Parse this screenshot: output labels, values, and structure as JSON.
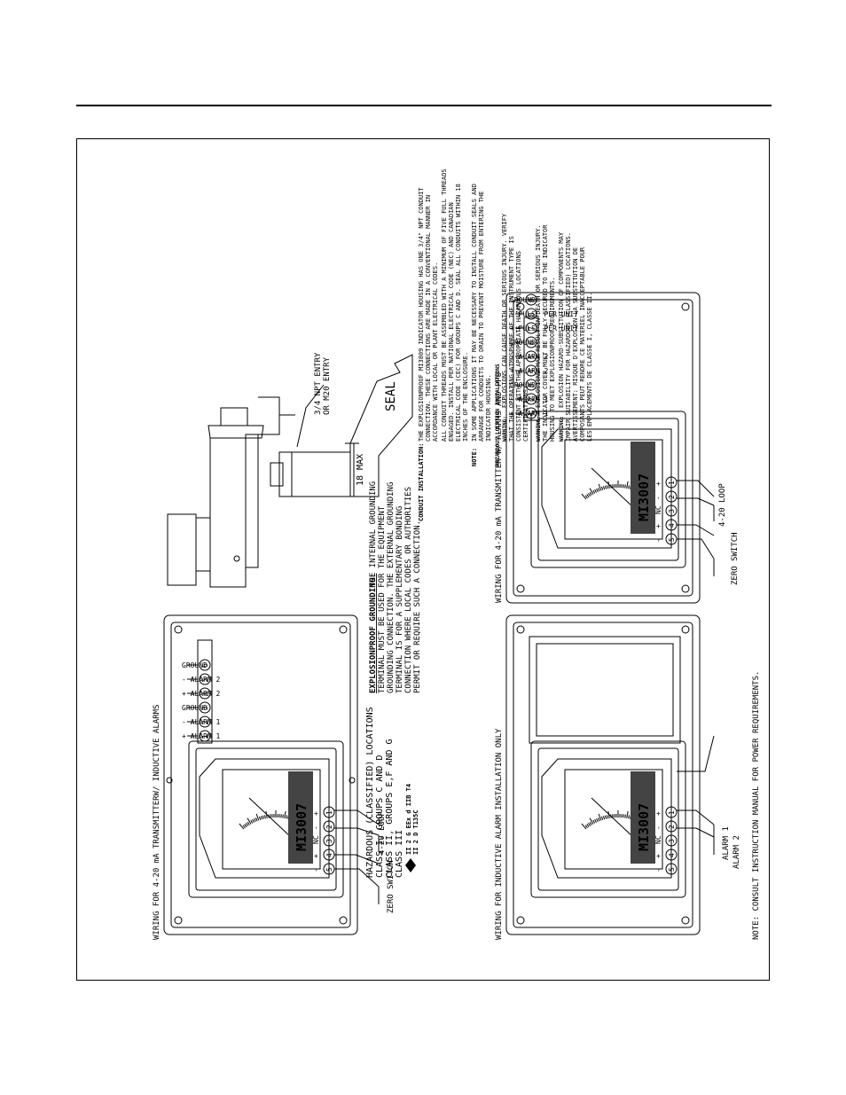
{
  "titles": {
    "inductive_alarms": "WIRING FOR 4-20 mA TRANSMITTERW/ INDUCTIVE ALARMS",
    "inductive_only": "WIRING FOR INDUCTIVE ALARM INSTALLATION ONLY",
    "alarms_ppu": "WIRING FOR 4-20 mA TRANSMITTER W/ ALARMS AND PPU"
  },
  "meter_label": "MI3007",
  "loop_terminals": {
    "labels": [
      "+",
      "-",
      "NC",
      "+",
      "-"
    ],
    "numbers": [
      "1",
      "2",
      "3",
      "4",
      "5"
    ]
  },
  "panel1": {
    "terminals": [
      {
        "num": "1",
        "label": "+ ALARM 1"
      },
      {
        "num": "2",
        "label": "- ALARM 1"
      },
      {
        "num": "3",
        "label": "GROUND"
      },
      {
        "num": "4",
        "label": "+ ALARM 2"
      },
      {
        "num": "5",
        "label": "- ALARM 2"
      },
      {
        "num": "6",
        "label": "GROUND"
      }
    ],
    "loop_label": "4-20 LOOP",
    "zero_label": "ZERO SWITCH"
  },
  "panel2": {
    "alarm1_label": "ALARM 1",
    "alarm2_label": "ALARM 2"
  },
  "panel3": {
    "terminals": [
      {
        "num": "1",
        "label": "+ ALARM 1"
      },
      {
        "num": "2",
        "label": "- ALARM 1"
      },
      {
        "num": "3",
        "label": "GROUND"
      },
      {
        "num": "4",
        "label": "+ ALARM 2"
      },
      {
        "num": "5",
        "label": "- ALARM 2"
      },
      {
        "num": "6",
        "label": "GROUND"
      },
      {
        "num": "7",
        "label": "+ PULSE PER UNIT"
      },
      {
        "num": "8",
        "label": "- PULSE PER UNIT"
      },
      {
        "num": "9",
        "label": "GROUND"
      }
    ],
    "loop_label": "4-20 LOOP",
    "zero_label": "ZERO SWITCH"
  },
  "hazardous": {
    "lines": [
      "HAZARDOUS (CLASSIFIED) LOCATIONS",
      "CLASS I, GROUPS C AND D",
      "CLASS II, GROUPS E,F AND G",
      "CLASS III"
    ],
    "atex_symbol": "Ex",
    "atex_lines": [
      "II 2 G EEx d IIB T4",
      "II 2 D T135C"
    ]
  },
  "grounding": {
    "heading": "EXPLOSIONPROOF GROUNDING:",
    "lines": [
      "THE INTERNAL GROUNDING",
      "TERMINAL MUST BE USED FOR THE EQUIPMENT",
      "GROUNDING CONNECTION. THE EXTERNAL GROUNDING",
      "TERMINAL IS FOR A SUPPLEMENTARY BONDING",
      "CONNECTION WHERE LOCAL CODES OR AUTHORITIES",
      "PERMIT OR REQUIRE SUCH A CONNECTION."
    ]
  },
  "housing": {
    "entry_label_1": "3/4 NPT ENTRY",
    "entry_label_2": "OR M20 ENTRY",
    "dimension": "18 MAX",
    "seal": "SEAL"
  },
  "conduit": {
    "heading": "CONDUIT INSTALLATION:",
    "lines": [
      "THE EXPLOSIONPROOF MI3809 INDICATOR HOUSING HAS ONE 3/4\" NPT CONDUIT",
      "CONNECTION. THESE CONNECTIONS ARE MADE IN A CONVENTIONAL MANNER IN",
      "ACCORDANCE WITH LOCAL OR PLANT ELECTRICAL CODES.",
      "ALL CONDUIT THREADS MUST BE ASSEMBLED WITH A MINIMUM OF FIVE FULL THREADS",
      "ENGAGED. INSTALL PER NATIONAL ELECTRICAL CODE (NEC) AND CANADIAN",
      "ELECTRICAL CODE (CEC) FOR GROUPS C AND D. SEAL ALL CONDUITS WITHIN 18",
      "INCHES OF THE ENCLOSURE."
    ],
    "note_heading": "NOTE:",
    "note_lines": [
      "IN SOME APPLICATIONS IT MAY BE NECESSARY TO INSTALL CONDUIT SEALS AND",
      "ARRANGE FOR CONDUITS TO DRAIN TO PREVENT MOISTURE FROM ENTERING THE",
      "INDICATOR HOUSING."
    ],
    "hazloc_heading": "HAZARDOUS LOCATION INSTALLATIONS",
    "warning1_heading": "WARNING:",
    "warning1_lines": [
      "EXPLOSIONS CAN CAUSE DEATH OR SERIOUS INJURY. VERIFY",
      "THAT THE OPERATING ATMOSPHERE OF THE INSTRUMENT TYPE IS",
      "CONSISTENT WITH THE APPROPRIATE HAZARDOUS LOCATIONS",
      "CERTIFICATIONS."
    ],
    "warning2_heading": "WARNING:",
    "warning2_lines": [
      "EXPLOSIONS MAY RESULT IN DEATH OR SERIOUS INJURY.",
      "THE INDICATOR COVER MUST BE FULLY SECURED TO THE INDICATOR",
      "HOUSING TO MEET EXPLOSIONPROOF REQUIREMENTS."
    ],
    "warning3_heading": "WARNING:",
    "warning3_lines": [
      "EXPLOSION HAZARD-SUBSTITUTION OF COMPONENTS MAY",
      "IMPAIR SUITABILITY FOR HAZARDOUS (CLASSIFIED) LOCATIONS.",
      "AVERTISSEMENT: RISQUE D'EXPLOSION-LA SUBSTITUTION DE",
      "COMPOSANTS PEUT RENDRE CE MATERIEL INACCEPTABLE POUR",
      "LES EMPLACEMENTS DE CLASSE I, CLASSE II."
    ]
  },
  "note": "NOTE: CONSULT INSTRUCTION MANUAL FOR POWER REQUIREMENTS."
}
